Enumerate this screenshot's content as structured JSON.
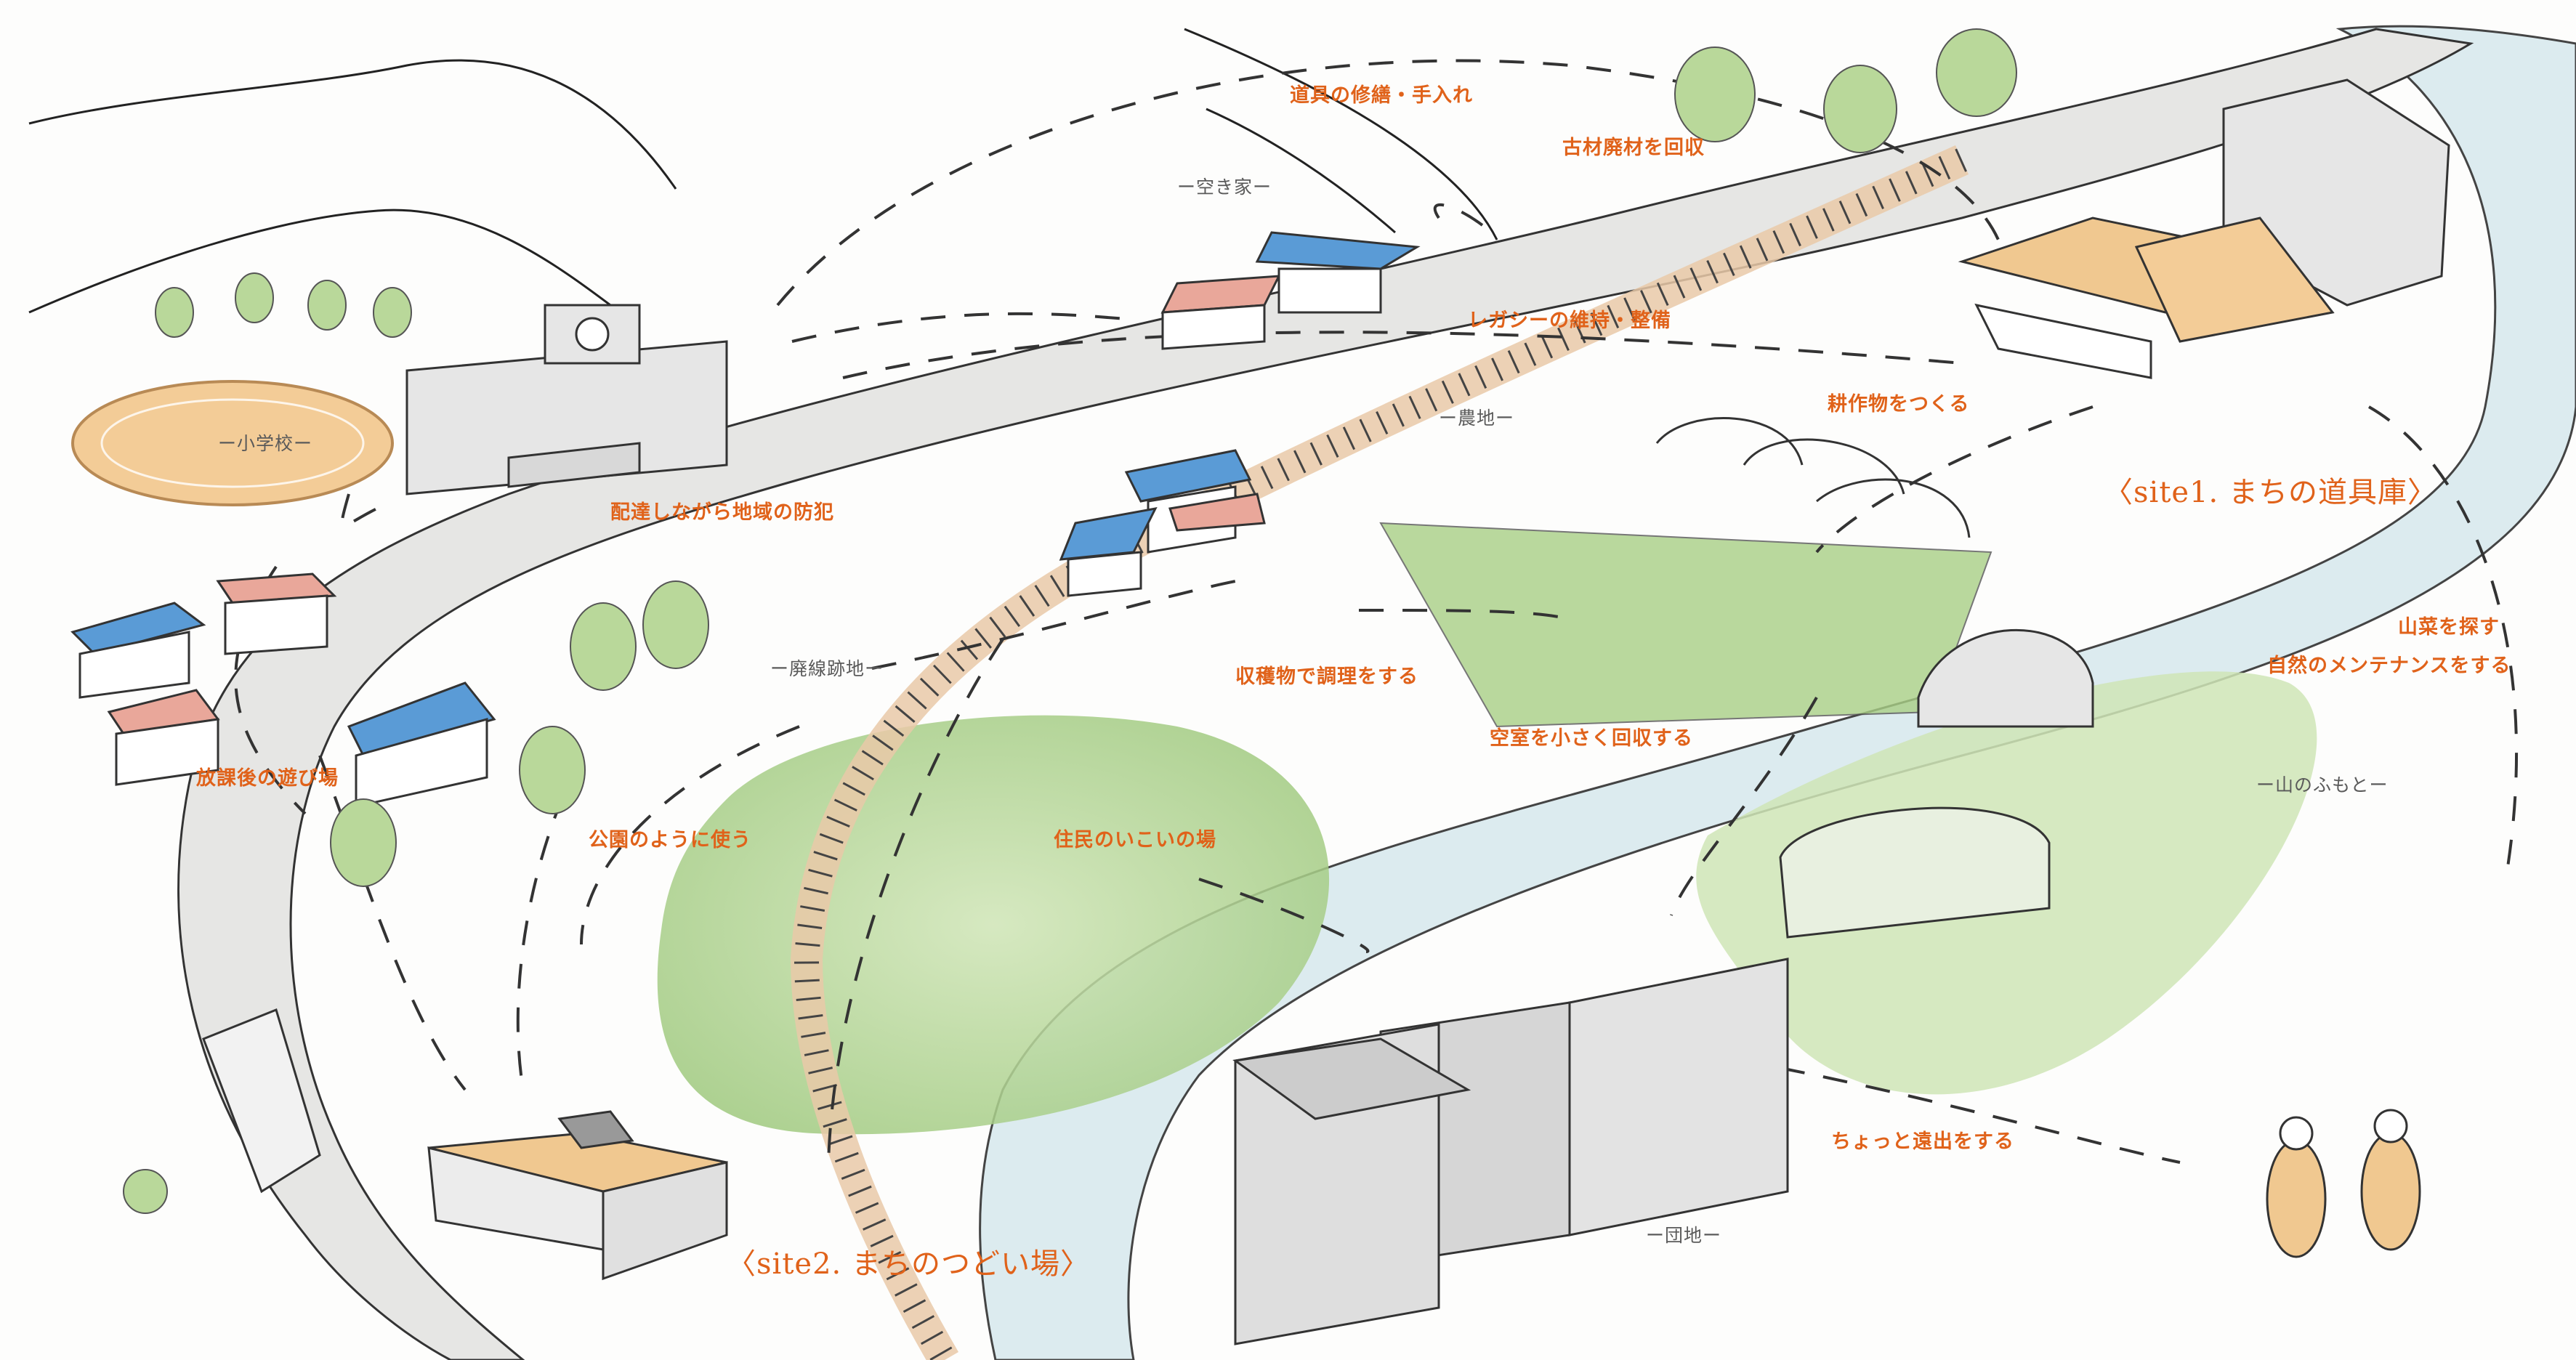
{
  "places": {
    "akiya": "ー空き家ー",
    "shogakko": "ー小学校ー",
    "nochi": "ー農地ー",
    "haisen": "ー廃線跡地ー",
    "yamanofumoto": "ー山のふもとー",
    "danchi": "ー団地ー"
  },
  "sites": {
    "site1": "〈site1. まちの道具庫〉",
    "site2": "〈site2. まちのつどい場〉"
  },
  "activities": {
    "shuzen": "道具の修繕・手入れ",
    "kozai": "古材廃材を回収",
    "legacy": "レガシーの維持・整備",
    "kousaku": "耕作物をつくる",
    "haitatsu": "配達しながら地域の防犯",
    "shukaku": "収穫物で調理をする",
    "kushitsu": "空室を小さく回収する",
    "hokago": "放課後の遊び場",
    "koen": "公園のように使う",
    "ikoi": "住民のいこいの場",
    "sansai": "山菜を探す",
    "shizen": "自然のメンテナンスをする",
    "chotto": "ちょっと遠出をする"
  },
  "colors": {
    "accent": "#e0621a",
    "green": "#a9cf86",
    "roof_blue": "#5a9bd6",
    "roof_pink": "#e9a79a",
    "roof_orange": "#f0c890",
    "river": "#dcebef"
  }
}
